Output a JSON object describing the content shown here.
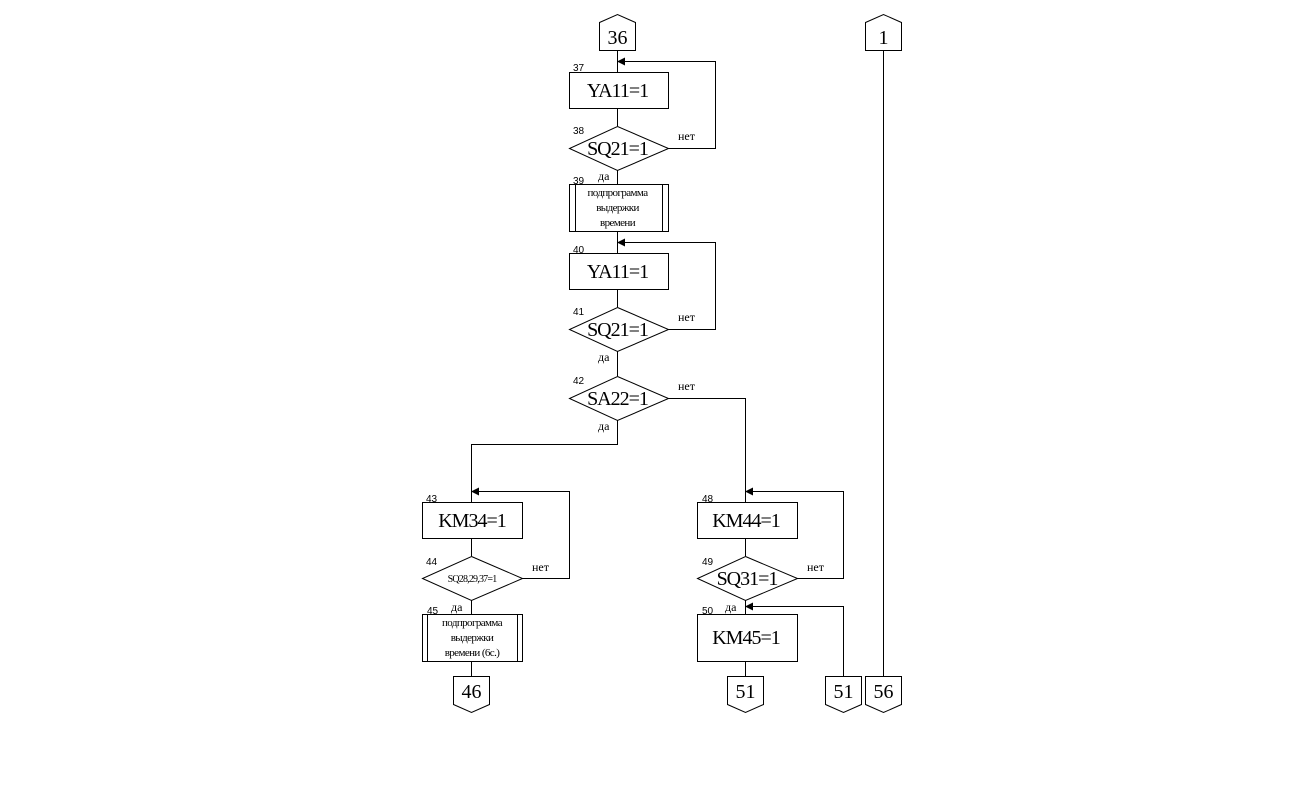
{
  "diagram": {
    "type": "flowchart",
    "connectors": {
      "c36_top": "36",
      "c1_top": "1",
      "c46_bottom": "46",
      "c51_bottom_a": "51",
      "c51_bottom_b": "51",
      "c56_bottom": "56"
    },
    "blocks": {
      "b37": {
        "num": "37",
        "text": "YA11=1"
      },
      "b38": {
        "num": "38",
        "text": "SQ21=1"
      },
      "b39": {
        "num": "39",
        "lines": [
          "подпрограмма",
          "выдержки",
          "времени"
        ]
      },
      "b40": {
        "num": "40",
        "text": "YA11=1"
      },
      "b41": {
        "num": "41",
        "text": "SQ21=1"
      },
      "b42": {
        "num": "42",
        "text": "SA22=1"
      },
      "b43": {
        "num": "43",
        "text": "KM34=1"
      },
      "b44": {
        "num": "44",
        "text": "SQ28,29,37=1"
      },
      "b45": {
        "num": "45",
        "lines": [
          "подпрограмма",
          "выдержки",
          "времени (6с.)"
        ]
      },
      "b48": {
        "num": "48",
        "text": "KM44=1"
      },
      "b49": {
        "num": "49",
        "text": "SQ31=1"
      },
      "b50": {
        "num": "50",
        "text": "KM45=1"
      }
    },
    "labels": {
      "yes": "да",
      "no": "нет"
    },
    "edges": [
      {
        "from": "36",
        "to": "37"
      },
      {
        "from": "37",
        "to": "38"
      },
      {
        "from": "38",
        "to": "37",
        "label": "нет"
      },
      {
        "from": "38",
        "to": "39",
        "label": "да"
      },
      {
        "from": "39",
        "to": "40"
      },
      {
        "from": "40",
        "to": "41"
      },
      {
        "from": "41",
        "to": "40",
        "label": "нет"
      },
      {
        "from": "41",
        "to": "42",
        "label": "да"
      },
      {
        "from": "42",
        "to": "43",
        "label": "да"
      },
      {
        "from": "42",
        "to": "48",
        "label": "нет"
      },
      {
        "from": "43",
        "to": "44"
      },
      {
        "from": "44",
        "to": "43",
        "label": "нет"
      },
      {
        "from": "44",
        "to": "45",
        "label": "да"
      },
      {
        "from": "45",
        "to": "46"
      },
      {
        "from": "48",
        "to": "49"
      },
      {
        "from": "49",
        "to": "48",
        "label": "нет"
      },
      {
        "from": "49",
        "to": "50",
        "label": "да"
      },
      {
        "from": "50",
        "to": "51"
      },
      {
        "from": "51",
        "to": "50"
      },
      {
        "from": "1",
        "to": "56"
      }
    ]
  }
}
